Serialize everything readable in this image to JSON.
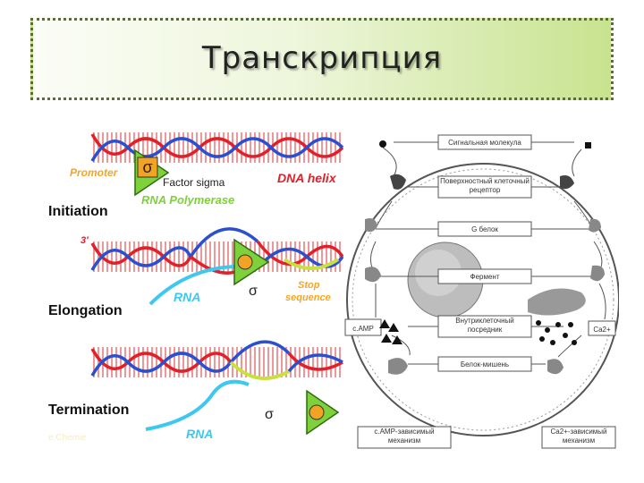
{
  "title": "Транскрипция",
  "left": {
    "promoter": "Promoter",
    "sigma_symbol": "σ",
    "factor_sigma": "Factor sigma",
    "dna_helix": "DNA helix",
    "rna_polymerase": "RNA Polymerase",
    "initiation": "Initiation",
    "three_prime": "3'",
    "rna_label_1": "RNA",
    "stop_line1": "Stop",
    "stop_line2": "sequence",
    "elongation": "Elongation",
    "termination": "Termination",
    "rna_label_2": "RNA",
    "faint_text": "e.Chemie"
  },
  "right": {
    "signal_molecule": "Сигнальная молекула",
    "receptor": "Поверхностный клеточный рецептор",
    "g_protein": "G белок",
    "enzyme": "Фермент",
    "mediator": "Внутриклеточный посредник",
    "camp": "c.AMP",
    "ca": "Ca2+",
    "target_protein": "Белок-мишень",
    "camp_mechanism": "c.AMP-зависимый механизм",
    "ca_mechanism": "Ca2+-зависимый механизм"
  },
  "colors": {
    "strand_red": "#e0202a",
    "strand_blue": "#2a4fd0",
    "rna_cyan": "#3ec8f0",
    "polymerase_green": "#7fd13b",
    "label_orange": "#f5a623",
    "label_red": "#e0202a"
  }
}
